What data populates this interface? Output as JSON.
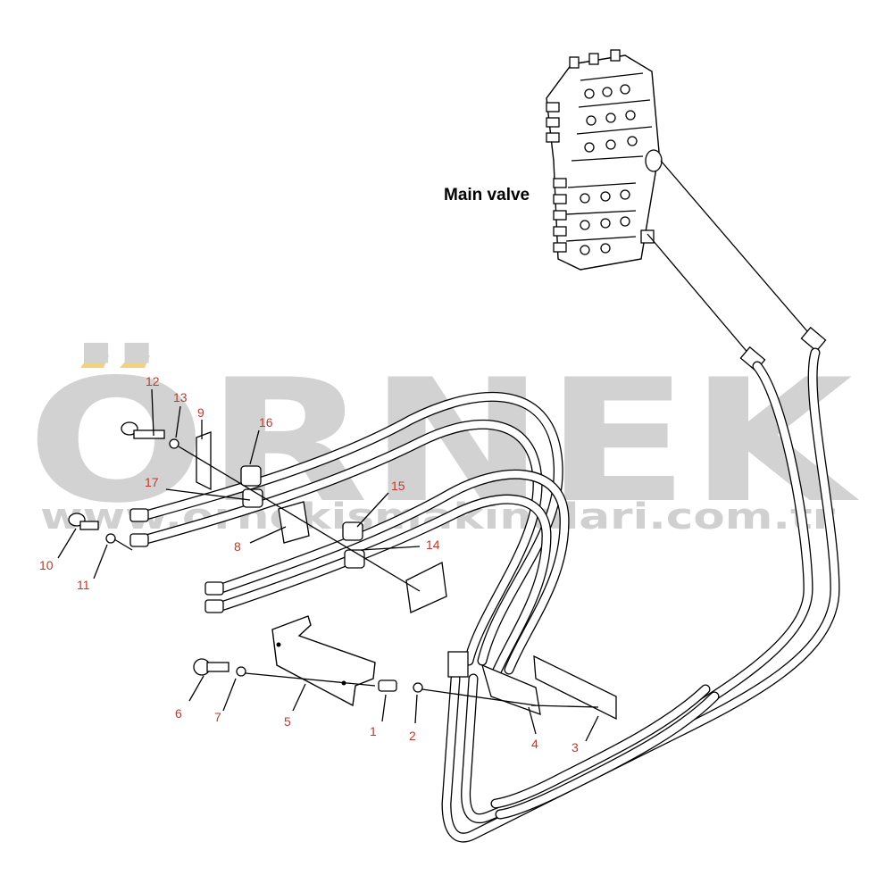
{
  "watermark": {
    "brand": "ÖRNEK",
    "url": "www.ornekismakinalari.com.tr",
    "accent_color": "#f2d27a",
    "text_color": "#d2d2d2"
  },
  "main_valve_label": "Main valve",
  "callouts": [
    {
      "id": "c1",
      "text": "1"
    },
    {
      "id": "c2",
      "text": "2"
    },
    {
      "id": "c3",
      "text": "3"
    },
    {
      "id": "c4",
      "text": "4"
    },
    {
      "id": "c5",
      "text": "5"
    },
    {
      "id": "c6",
      "text": "6"
    },
    {
      "id": "c7",
      "text": "7"
    },
    {
      "id": "c8",
      "text": "8"
    },
    {
      "id": "c9",
      "text": "9"
    },
    {
      "id": "c10",
      "text": "10"
    },
    {
      "id": "c11",
      "text": "11"
    },
    {
      "id": "c12",
      "text": "12"
    },
    {
      "id": "c13",
      "text": "13"
    },
    {
      "id": "c14",
      "text": "14"
    },
    {
      "id": "c15",
      "text": "15"
    },
    {
      "id": "c16",
      "text": "16"
    },
    {
      "id": "c17",
      "text": "17"
    }
  ],
  "colors": {
    "callout": "#c0392b",
    "line": "#000000"
  }
}
